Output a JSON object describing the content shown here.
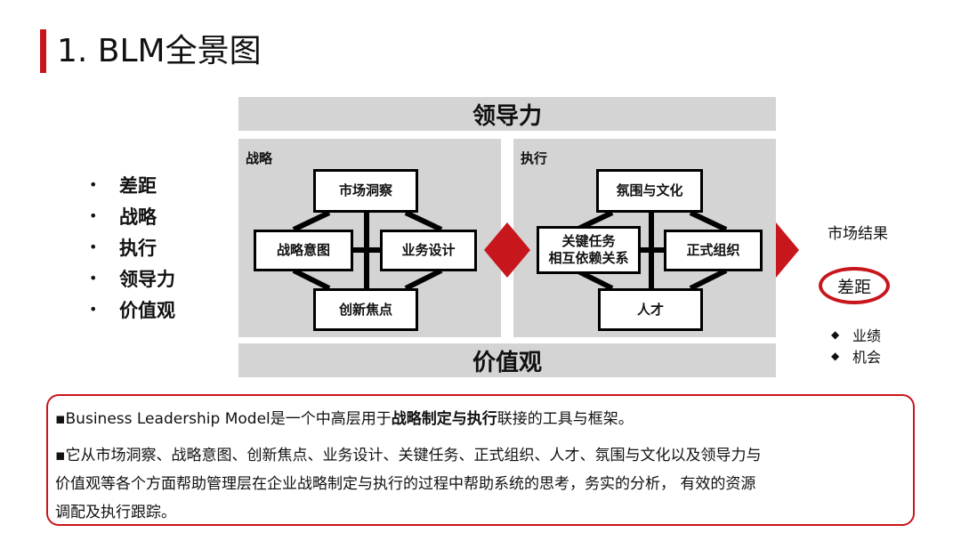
{
  "title": "1. BLM全景图",
  "side_bullets": [
    "差距",
    "战略",
    "执行",
    "领导力",
    "价值观"
  ],
  "bullet_symbol": "•",
  "diagram": {
    "top_band": "领导力",
    "bottom_band": "价值观",
    "strategy_label": "战略",
    "execution_label": "执行",
    "strategy_nodes": {
      "top": "市场洞察",
      "left": "战略意图",
      "right": "业务设计",
      "bottom": "创新焦点"
    },
    "execution_nodes": {
      "top": "氛围与文化",
      "left": "关键任务\n相互依赖关系",
      "right": "正式组织",
      "bottom": "人才"
    }
  },
  "result": {
    "label": "市场结果",
    "gap": "差距",
    "items": [
      "业绩",
      "机会"
    ],
    "item_symbol": "◆"
  },
  "description": {
    "line1_prefix": "▪Business Leadership Model是一个中高层用于",
    "line1_bold": "战略制定与执行",
    "line1_suffix": "联接的工具与框架。",
    "line2": "▪它从市场洞察、战略意图、创新焦点、业务设计、关键任务、正式组织、人才、氛围与文化以及领导力与",
    "line3": "价值观等各个方面帮助管理层在企业战略制定与执行的过程中帮助系统的思考，务实的分析，  有效的资源",
    "line4": "调配及执行跟踪。"
  },
  "colors": {
    "accent": "#c8161d",
    "panel": "#d4d4d4"
  }
}
